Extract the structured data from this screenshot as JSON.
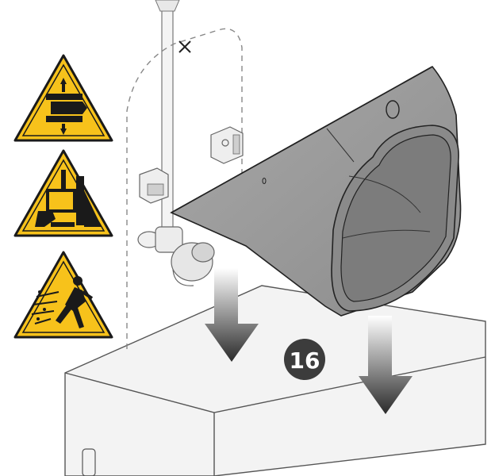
{
  "step": {
    "number": "16"
  },
  "warnings": [
    {
      "name": "crush-hazard",
      "icon": "crush-hazard-icon"
    },
    {
      "name": "falling-load-hazard",
      "icon": "falling-load-icon"
    },
    {
      "name": "projectile-hazard",
      "icon": "projectile-hazard-icon"
    }
  ],
  "colors": {
    "warning_fill": "#f7c21b",
    "warning_stroke": "#1a1a1a",
    "hood_fill": "#9a9a9a",
    "hood_dark": "#6f6f6f",
    "step_badge": "#3c3c3c",
    "arrow_dark": "#2a2a2a",
    "cabinet_fill": "#f2f2f2",
    "line_color": "#555555"
  }
}
